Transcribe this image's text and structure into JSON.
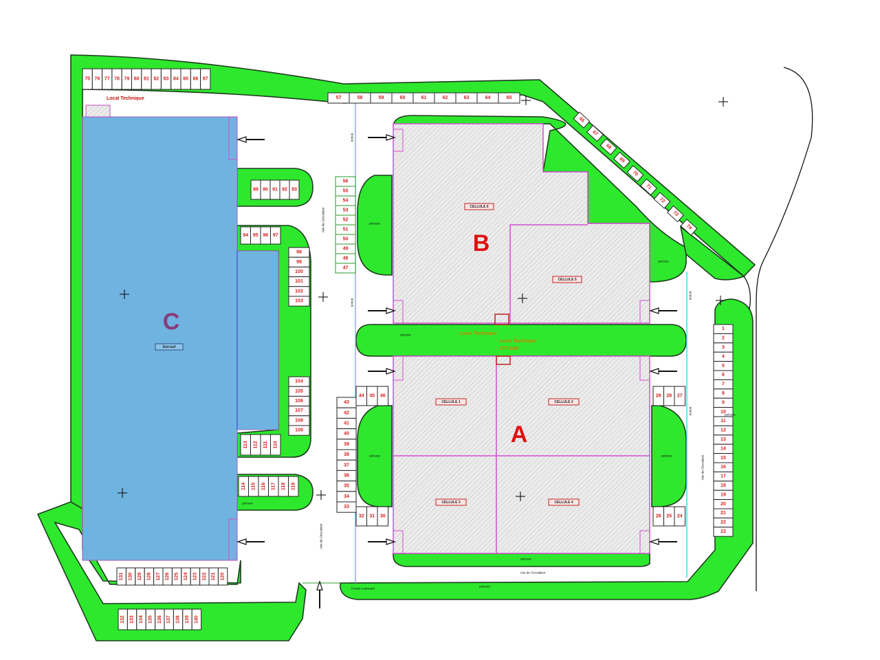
{
  "buildings": {
    "a": {
      "letter": "A",
      "color": "#e01010"
    },
    "b": {
      "letter": "B",
      "color": "#e01010"
    },
    "c": {
      "letter": "C",
      "color": "#8a3a7a",
      "tag": "Surcouf",
      "fill": "#6fb3e0"
    }
  },
  "cells": {
    "c1": "CELLULE 1",
    "c2": "CELLULE 2",
    "c3": "CELLULE 3",
    "c4": "CELLULE 4",
    "c5": "CELLULE 5",
    "c6": "CELLULE 6"
  },
  "labels": {
    "local_tech_c": "Local Technique",
    "local_tech_b": "Local Technique",
    "local_tech_a": "Local Technique",
    "local_tech_a_sub": "CFT.GBF",
    "aire_left": "Aire de Circulation",
    "aire_bottom_left": "Aire de Circulation",
    "aire_bottom": "Aire de Circulation",
    "aire_right": "Aire de Circulation",
    "pelouse": "pelouse",
    "trottoir": "trottoir",
    "entrance_label": "Portail coulissant"
  },
  "colors": {
    "lawn": "#2ee82e",
    "building_outline": "#d050d0",
    "spot_number": "#d42020",
    "walkway": "#5cd0e8"
  },
  "parking": {
    "top_left": [
      75,
      76,
      77,
      78,
      79,
      80,
      81,
      82,
      83,
      84,
      85,
      86,
      87
    ],
    "top_mid": [
      57,
      58,
      59,
      60,
      61,
      62,
      63,
      64,
      65
    ],
    "diagonal": [
      66,
      67,
      68,
      69,
      70,
      71,
      72,
      73,
      74
    ],
    "c_row1": [
      89,
      90,
      91,
      92,
      93
    ],
    "c_row2": [
      94,
      95,
      96,
      97
    ],
    "c_col1": [
      98,
      99,
      100,
      101,
      102,
      103
    ],
    "c_col2": [
      104,
      105,
      106,
      107,
      108,
      109
    ],
    "c_row3": [
      113,
      112,
      111,
      110
    ],
    "c_row4": [
      114,
      115,
      116,
      117,
      118,
      119
    ],
    "c_bottom": [
      131,
      130,
      129,
      128,
      127,
      126,
      125,
      124,
      123,
      122,
      121,
      120
    ],
    "bottom": [
      132,
      133,
      134,
      135,
      136,
      137,
      138,
      139,
      140
    ],
    "b_col": [
      56,
      55,
      54,
      53,
      52,
      51,
      50,
      49,
      48,
      47
    ],
    "a_left_top": [
      44,
      45,
      46
    ],
    "a_left_col": [
      43,
      42,
      41,
      40,
      39,
      38,
      37,
      36,
      35,
      34,
      33
    ],
    "a_left_bot": [
      32,
      31,
      30
    ],
    "a_right_top": [
      29,
      28,
      27
    ],
    "a_right_bot": [
      26,
      25,
      24
    ],
    "right_col": [
      1,
      2,
      3,
      4,
      5,
      6,
      7,
      8,
      9,
      10,
      11,
      12,
      13,
      14,
      15,
      16,
      17,
      18,
      19,
      20,
      21,
      22,
      23
    ]
  }
}
